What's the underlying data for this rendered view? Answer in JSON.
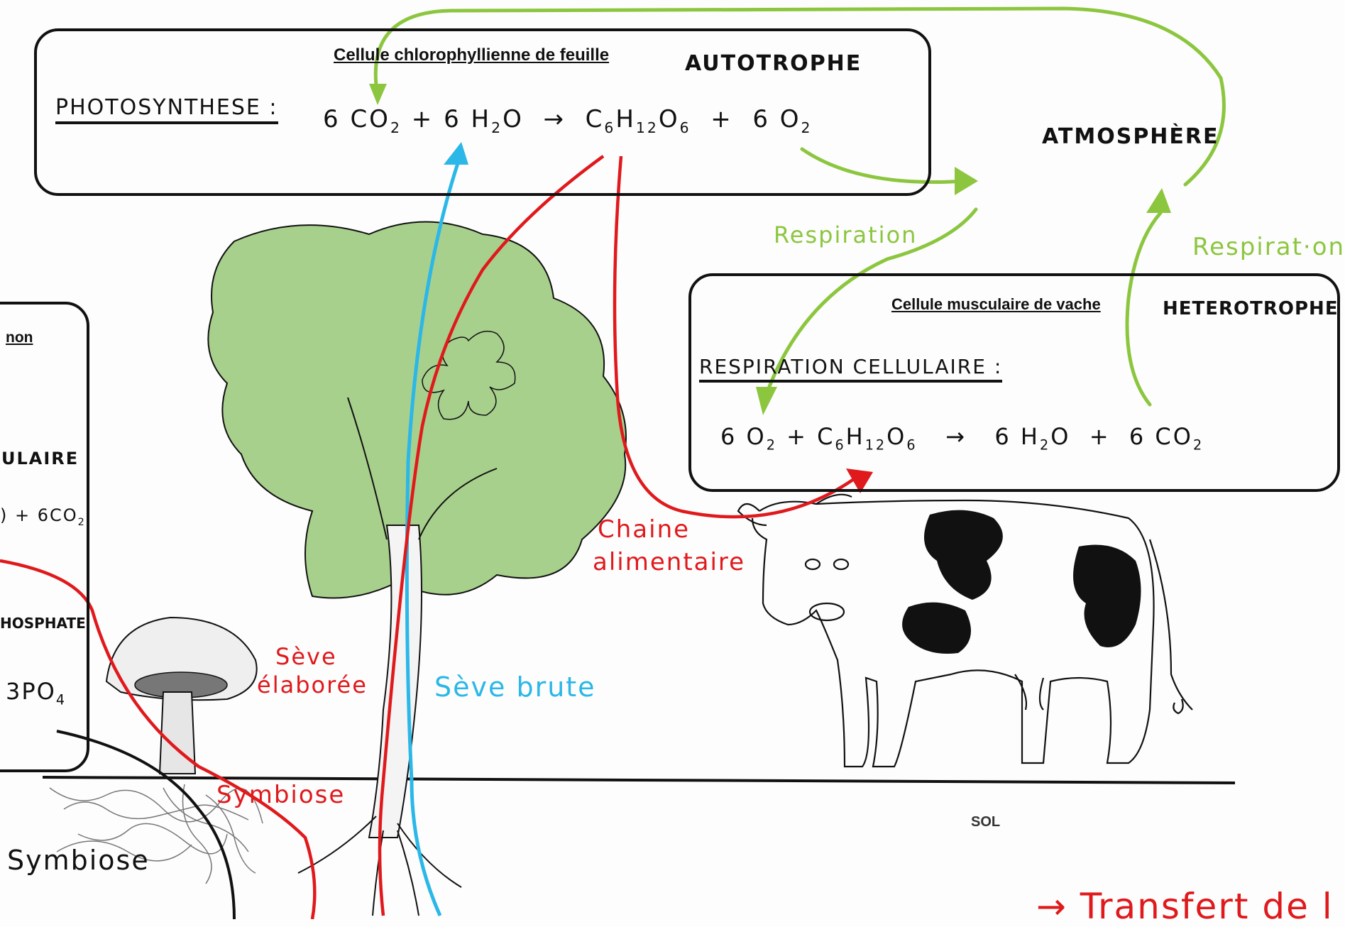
{
  "autotrophe_box": {
    "title": "Cellule chlorophyllienne de feuille",
    "type": "AUTOTROPHE",
    "process_label": "PHOTOSYNTHESE :",
    "equation": {
      "reactant1": "6 CO",
      "reactant1_sub": "2",
      "plus1": "+",
      "reactant2": "6 H",
      "reactant2_sub": "2",
      "reactant2_tail": "O",
      "arrow": "→",
      "product1": "C",
      "product1_sub1": "6",
      "product1_mid1": "H",
      "product1_sub2": "12",
      "product1_mid2": "O",
      "product1_sub3": "6",
      "plus2": "+",
      "product2": "6 O",
      "product2_sub": "2"
    }
  },
  "atmosphere_label": "ATMOSPHÈRE",
  "respiration_labels": [
    "Respiration",
    "Respirat·on"
  ],
  "heterotrophe_box": {
    "title": "Cellule musculaire de vache",
    "type": "HETEROTROPHE",
    "process_label": "RESPIRATION CELLULAIRE :",
    "equation": {
      "reactant1": "6 O",
      "reactant1_sub": "2",
      "plus1": "+",
      "reactant2": "C",
      "reactant2_sub1": "6",
      "reactant2_mid1": "H",
      "reactant2_sub2": "12",
      "reactant2_mid2": "O",
      "reactant2_sub3": "6",
      "arrow": "→",
      "product1": "6 H",
      "product1_sub": "2",
      "product1_tail": "O",
      "plus2": "+",
      "product2": "6 CO",
      "product2_sub": "2"
    }
  },
  "left_box_fragments": {
    "word_top": "non",
    "line1": "ULAIRE",
    "line2": ") + 6CO",
    "line2_sub": "2",
    "line3": "HOSPHATE",
    "line4": "3PO",
    "line4_sub": "4"
  },
  "labels": {
    "chaine_line1": "Chaine",
    "chaine_line2": "alimentaire",
    "seve_elaboree_line1": "Sève",
    "seve_elaboree_line2": "élaborée",
    "seve_brute": "Sève brute",
    "symbiose_red": "Symbiose",
    "symbiose_black": "Symbiose",
    "sol": "SOL",
    "bottom_partial": "→ Transfert de l"
  },
  "colors": {
    "red": "#e0191c",
    "green": "#8cc63f",
    "blue": "#2bb7e8",
    "leaf": "#a8d08d",
    "black": "#111111"
  }
}
